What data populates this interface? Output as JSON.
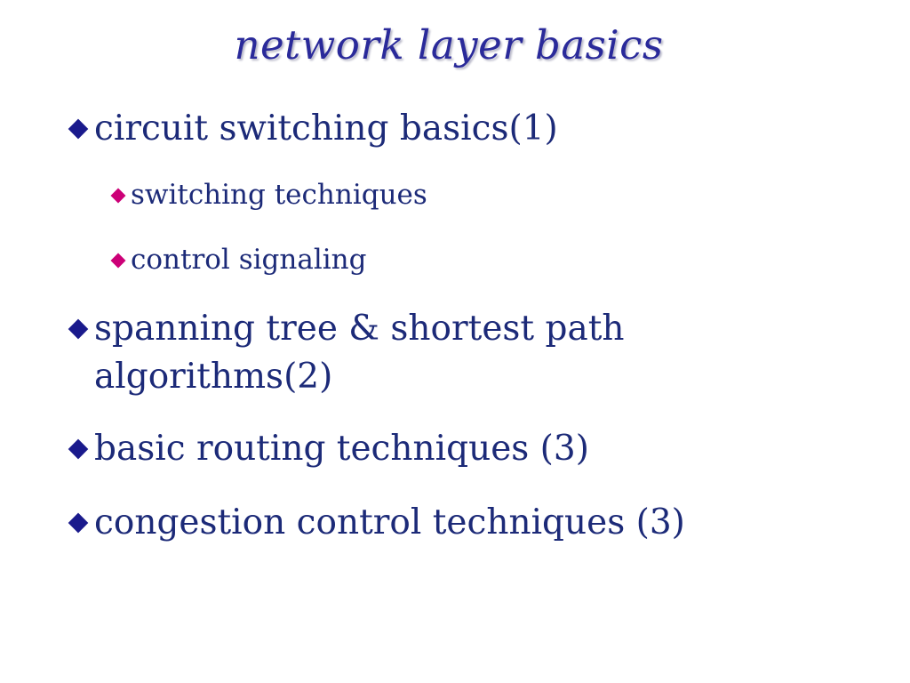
{
  "slide": {
    "title": "network layer basics",
    "bullets": [
      {
        "text": "circuit switching basics(1)"
      },
      {
        "text": "switching techniques"
      },
      {
        "text": "control signaling"
      },
      {
        "text": "spanning tree & shortest path algorithms(2)"
      },
      {
        "text": "basic routing techniques (3)"
      },
      {
        "text": "congestion control techniques (3)"
      }
    ]
  },
  "colors": {
    "title": "#2a2a9a",
    "body_text": "#1c2a78",
    "level1_bullet": "#1a1a8c",
    "level2_bullet": "#cc0077"
  },
  "icons": {
    "level1_bullet": "diamond-bullet-icon",
    "level2_bullet": "diamond-bullet-icon"
  }
}
